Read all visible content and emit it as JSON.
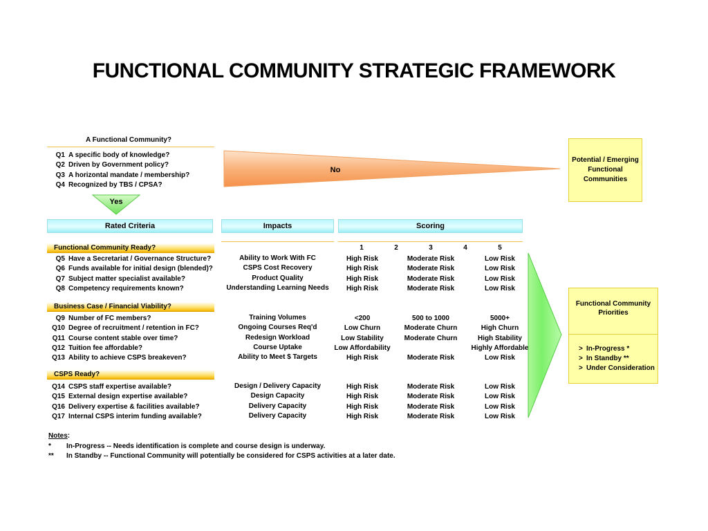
{
  "title": "FUNCTIONAL COMMUNITY STRATEGIC FRAMEWORK",
  "fc_heading": "A Functional Community?",
  "fc_questions": [
    {
      "num": "Q1",
      "text": "A specific body of knowledge?"
    },
    {
      "num": "Q2",
      "text": "Driven by Government policy?"
    },
    {
      "num": "Q3",
      "text": "A horizontal mandate / membership?"
    },
    {
      "num": "Q4",
      "text": "Recognized by TBS / CPSA?"
    }
  ],
  "no_label": "No",
  "yes_label": "Yes",
  "potential_box": "Potential / Emerging Functional Communities",
  "headers": {
    "rated": "Rated Criteria",
    "impacts": "Impacts",
    "scoring": "Scoring"
  },
  "score_numbers": [
    "1",
    "2",
    "3",
    "4",
    "5"
  ],
  "sections": [
    {
      "title": "Functional Community Ready?",
      "questions": [
        {
          "num": "Q5",
          "text": "Have a Secretariat / Governance Structure?"
        },
        {
          "num": "Q6",
          "text": "Funds available for initial design (blended)?"
        },
        {
          "num": "Q7",
          "text": "Subject matter specialist available?"
        },
        {
          "num": "Q8",
          "text": "Competency requirements known?"
        }
      ],
      "impacts": [
        "Ability to Work With FC",
        "CSPS Cost Recovery",
        "Product Quality",
        "Understanding Learning Needs"
      ],
      "scores": [
        [
          "High Risk",
          "Moderate Risk",
          "Low Risk"
        ],
        [
          "High Risk",
          "Moderate Risk",
          "Low Risk"
        ],
        [
          "High Risk",
          "Moderate Risk",
          "Low Risk"
        ],
        [
          "High Risk",
          "Moderate Risk",
          "Low Risk"
        ]
      ]
    },
    {
      "title": "Business Case / Financial Viability?",
      "questions": [
        {
          "num": "Q9",
          "text": "Number of FC members?"
        },
        {
          "num": "Q10",
          "text": "Degree of recruitment / retention in FC?"
        },
        {
          "num": "Q11",
          "text": "Course content stable over time?"
        },
        {
          "num": "Q12",
          "text": "Tuition fee affordable?"
        },
        {
          "num": "Q13",
          "text": "Ability to achieve CSPS breakeven?"
        }
      ],
      "impacts": [
        "Training Volumes",
        "Ongoing Courses Req'd",
        "Redesign Workload",
        "Course Uptake",
        "Ability to Meet $ Targets"
      ],
      "scores": [
        [
          "<200",
          "500 to 1000",
          "5000+"
        ],
        [
          "Low Churn",
          "Moderate Churn",
          "High Churn"
        ],
        [
          "Low Stability",
          "Moderate Churn",
          "High Stability"
        ],
        [
          "Low Affordability",
          "",
          "Highly Affordable"
        ],
        [
          "High Risk",
          "Moderate Risk",
          "Low Risk"
        ]
      ]
    },
    {
      "title": "CSPS Ready?",
      "questions": [
        {
          "num": "Q14",
          "text": "CSPS staff expertise available?"
        },
        {
          "num": "Q15",
          "text": "External design expertise available?"
        },
        {
          "num": "Q16",
          "text": "Delivery expertise & facilities available?"
        },
        {
          "num": "Q17",
          "text": "Internal CSPS interim funding available?"
        }
      ],
      "impacts": [
        "Design / Delivery Capacity",
        "Design Capacity",
        "Delivery Capacity",
        "Delivery Capacity"
      ],
      "scores": [
        [
          "High Risk",
          "Moderate Risk",
          "Low Risk"
        ],
        [
          "High Risk",
          "Moderate Risk",
          "Low Risk"
        ],
        [
          "High Risk",
          "Moderate Risk",
          "Low Risk"
        ],
        [
          "High Risk",
          "Moderate Risk",
          "Low Risk"
        ]
      ]
    }
  ],
  "priorities_box": {
    "title": "Functional Community Priorities",
    "items": [
      "In-Progress *",
      "In Standby **",
      "Under Consideration"
    ]
  },
  "notes": {
    "heading": "Notes",
    "lines": [
      {
        "mark": "*",
        "text": "In-Progress -- Needs identification is complete and course design is underway."
      },
      {
        "mark": "**",
        "text": "In Standby -- Functional Community will potentially be considered for CSPS activities at a later date."
      }
    ]
  },
  "colors": {
    "no_arrow": "#f9b27a",
    "yes_arrow": "#8ff07a",
    "big_arrow": "#7cf06a",
    "yellow_box": "#ffffa8",
    "cyan_bar": "#c9f9fc"
  }
}
